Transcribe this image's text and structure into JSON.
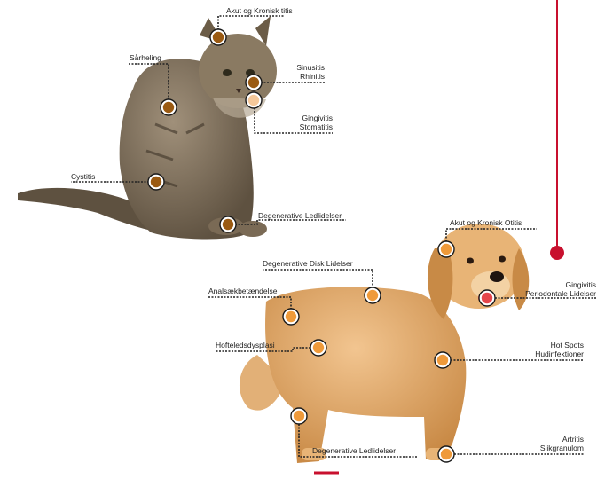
{
  "colors": {
    "accent": "#c8102e",
    "dot_cat": "#9a5a12",
    "dot_dog": "#ef9a3a",
    "dot_mouth": "#e5454a",
    "cat_fur": "#7a6a55",
    "dog_fur": "#d9a262"
  },
  "cat_hotspots": [
    {
      "id": "cat-titis",
      "lines": [
        "Akut og Kronisk titis"
      ],
      "color": "cat"
    },
    {
      "id": "cat-saarheling",
      "lines": [
        "Sårheling"
      ],
      "color": "cat"
    },
    {
      "id": "cat-sinusitis",
      "lines": [
        "Sinusitis",
        "Rhinitis"
      ],
      "color": "cat"
    },
    {
      "id": "cat-gingivitis",
      "lines": [
        "Gingivitis",
        "Stomatitis"
      ],
      "color": "cat_light"
    },
    {
      "id": "cat-cystitis",
      "lines": [
        "Cystitis"
      ],
      "color": "cat"
    },
    {
      "id": "cat-degenerative",
      "lines": [
        "Degenerative Ledlidelser"
      ],
      "color": "cat"
    }
  ],
  "dog_hotspots": [
    {
      "id": "dog-otitis",
      "lines": [
        "Akut og Kronisk Otitis"
      ],
      "color": "dog"
    },
    {
      "id": "dog-disk",
      "lines": [
        "Degenerative Disk Lidelser"
      ],
      "color": "dog"
    },
    {
      "id": "dog-gingivitis",
      "lines": [
        "Gingivitis",
        "Periodontale Lidelser"
      ],
      "color": "mouth"
    },
    {
      "id": "dog-anal",
      "lines": [
        "Analsækbetændelse"
      ],
      "color": "dog"
    },
    {
      "id": "dog-hofte",
      "lines": [
        "Hofteledsdysplasi"
      ],
      "color": "dog"
    },
    {
      "id": "dog-hotspots",
      "lines": [
        "Hot Spots",
        "Hudinfektioner"
      ],
      "color": "dog"
    },
    {
      "id": "dog-degenerative",
      "lines": [
        "Degenerative Ledlidelser"
      ],
      "color": "dog"
    },
    {
      "id": "dog-artritis",
      "lines": [
        "Artritis",
        "Slikgranulom"
      ],
      "color": "dog"
    }
  ]
}
